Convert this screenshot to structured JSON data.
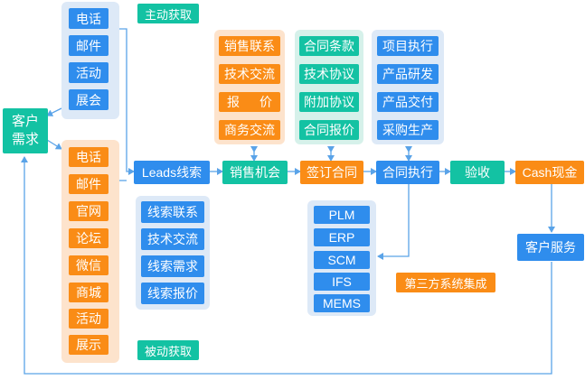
{
  "tags": {
    "active": "主动获取",
    "passive": "被动获取",
    "integration": "第三方系统集成"
  },
  "customer_need": "客户需求",
  "active_channels": [
    "电话",
    "邮件",
    "活动",
    "展会"
  ],
  "passive_channels": [
    "电话",
    "邮件",
    "官网",
    "论坛",
    "微信",
    "商城",
    "活动",
    "展示"
  ],
  "flow": {
    "leads": "Leads线索",
    "opportunity": "销售机会",
    "sign": "签订合同",
    "execute": "合同执行",
    "accept": "验收",
    "cash": "Cash现金",
    "service": "客户服务"
  },
  "leads_items": [
    "线索联系",
    "技术交流",
    "线索需求",
    "线索报价"
  ],
  "opportunity_items": [
    "销售联系",
    "技术交流",
    "报",
    "价",
    "商务交流"
  ],
  "contract_items": [
    "合同条款",
    "技术协议",
    "附加协议",
    "合同报价"
  ],
  "execution_items": [
    "项目执行",
    "产品研发",
    "产品交付",
    "采购生产"
  ],
  "systems": [
    "PLM",
    "ERP",
    "SCM",
    "IFS",
    "MEMS"
  ],
  "colors": {
    "blue": "#2f8ded",
    "orange": "#fa8c16",
    "teal": "#13c2a3",
    "connector": "#5aa3e8"
  }
}
